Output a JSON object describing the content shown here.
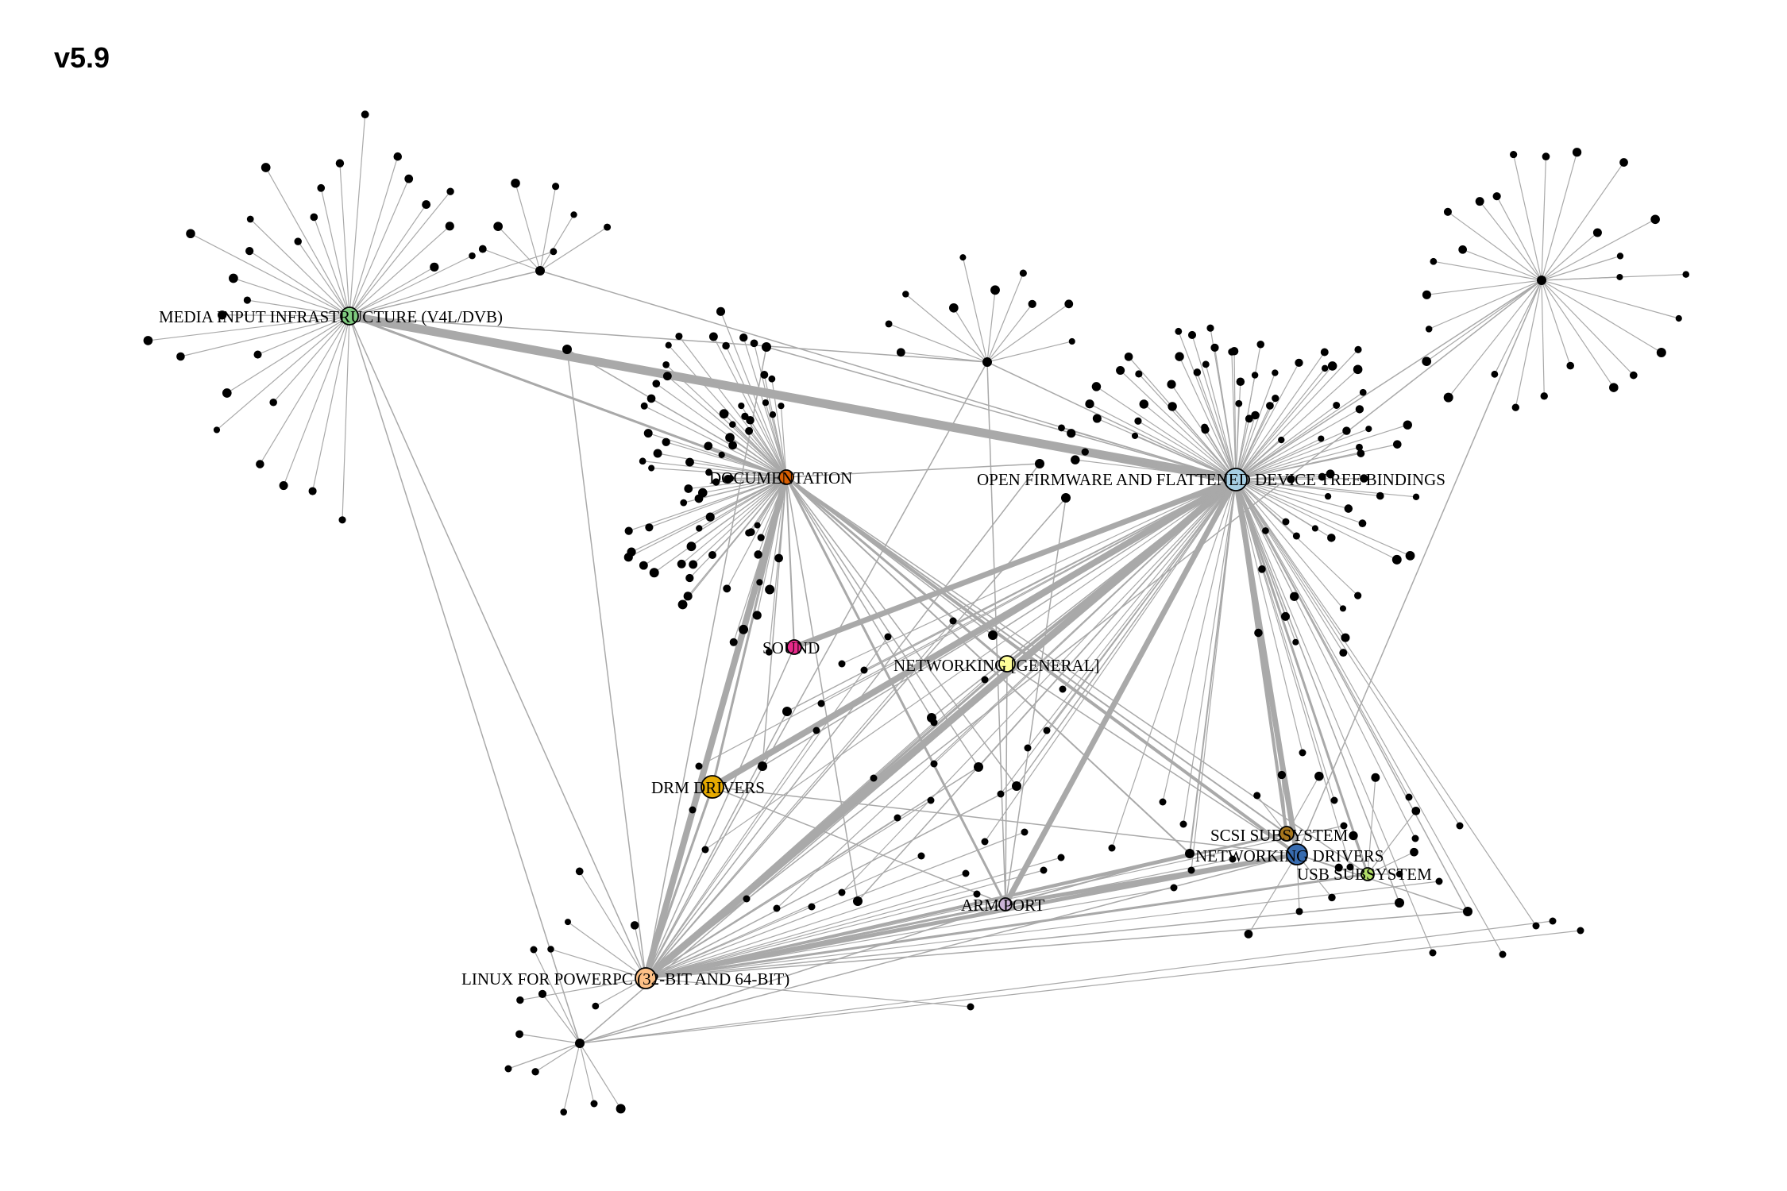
{
  "title": "v5.9",
  "colors": {
    "edge": "#a9a9a9",
    "leaf": "#000000",
    "hub_outline": "#000000",
    "background": "#ffffff"
  },
  "hubs": [
    {
      "id": "media",
      "label": "MEDIA INPUT INFRASTRUCTURE (V4L/DVB)",
      "color": "#7fc97f"
    },
    {
      "id": "doc",
      "label": "DOCUMENTATION",
      "color": "#d95f02"
    },
    {
      "id": "of",
      "label": "OPEN FIRMWARE AND FLATTENED DEVICE TREE BINDINGS",
      "color": "#a6cee3"
    },
    {
      "id": "sound",
      "label": "SOUND",
      "color": "#e7298a"
    },
    {
      "id": "netgen",
      "label": "NETWORKING [GENERAL]",
      "color": "#ffff99"
    },
    {
      "id": "drm",
      "label": "DRM DRIVERS",
      "color": "#e6ab02"
    },
    {
      "id": "scsi",
      "label": "SCSI SUBSYSTEM",
      "color": "#a6761d"
    },
    {
      "id": "netdrv",
      "label": "NETWORKING DRIVERS",
      "color": "#386cb0"
    },
    {
      "id": "usb",
      "label": "USB SUBSYSTEM",
      "color": "#b3de69"
    },
    {
      "id": "arm",
      "label": "ARM PORT",
      "color": "#cab2d6"
    },
    {
      "id": "ppc",
      "label": "LINUX FOR POWERPC (32-BIT AND 64-BIT)",
      "color": "#fdc086"
    }
  ]
}
